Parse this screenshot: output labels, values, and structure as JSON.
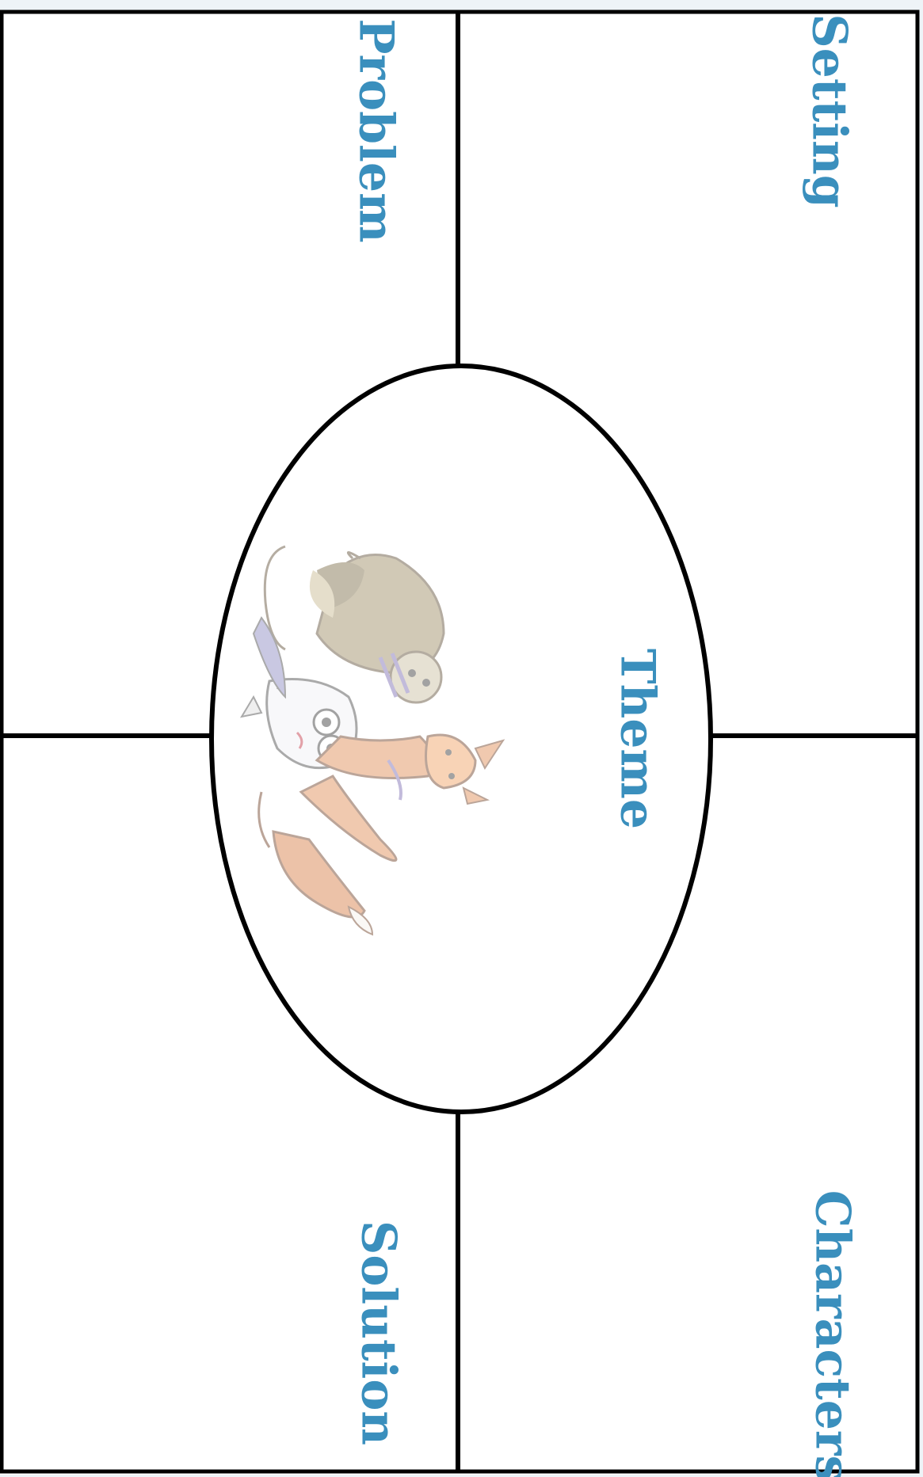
{
  "labels": {
    "setting": "Setting",
    "problem": "Problem",
    "theme": "Theme",
    "characters": "Characters",
    "solution": "Solution"
  },
  "colors": {
    "label_blue": "#3a8fbd",
    "line_black": "#000000",
    "page_white": "#ffffff",
    "border_bg": "#eef3f7"
  },
  "illustration": "faded cartoon of a fox, a white cat/bunny and a sloth-like animal hugging (rotated)"
}
